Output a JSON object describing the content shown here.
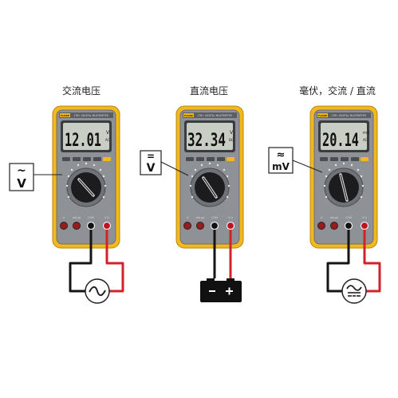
{
  "meters": [
    {
      "caption": "交流电压",
      "reading": "12.01",
      "unit": "V",
      "sub_unit": "AC",
      "mode_symbol_top": "~",
      "mode_symbol_bottom": "V",
      "brand": "FLUKE",
      "model": "17B+  DIGITAL MULTIMETER",
      "source": "ac-source"
    },
    {
      "caption": "直流电压",
      "reading": "32.34",
      "unit": "V",
      "sub_unit": "DC",
      "mode_symbol_top": "=",
      "mode_symbol_bottom": "V",
      "brand": "FLUKE",
      "model": "17B+  DIGITAL MULTIMETER",
      "source": "battery"
    },
    {
      "caption": "毫伏，交流 / 直流",
      "reading": "20.14",
      "unit": "mV",
      "sub_unit": "AC",
      "mode_symbol_top": "≈",
      "mode_symbol_bottom": "mV",
      "brand": "FLUKE",
      "model": "17B+  DIGITAL MULTIMETER",
      "source": "ac-dc-source"
    }
  ],
  "jack_labels": [
    "A",
    "mA μA",
    "COM",
    "V Ω"
  ],
  "colors": {
    "body_yellow": "#F2B81C",
    "body_gray": "#8E9196",
    "lcd": "#C9CEC4",
    "probe_red": "#D3222A",
    "probe_black": "#151515"
  }
}
